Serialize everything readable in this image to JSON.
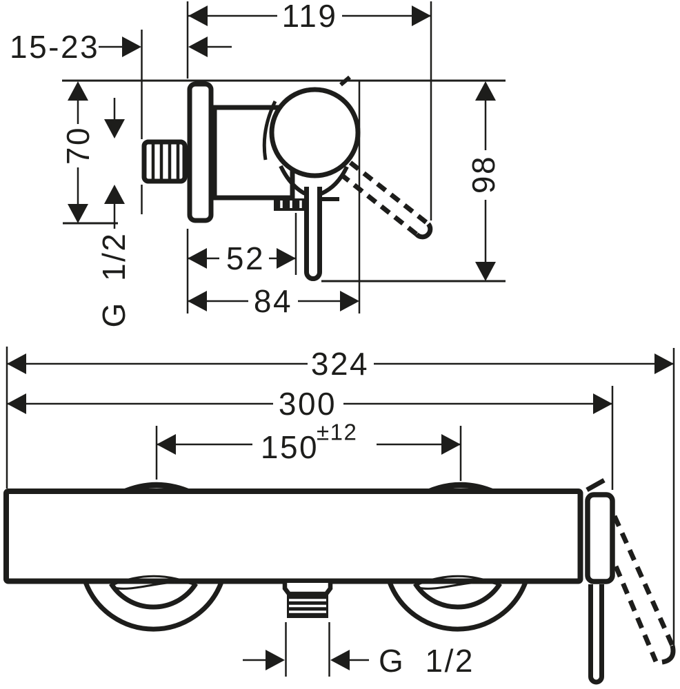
{
  "drawing": {
    "ink_color": "#1d1d1b",
    "background_color": "#ffffff",
    "side_view": {
      "projection_total": "119",
      "wall_depth_range": "15-23",
      "escutcheon_diameter": "70",
      "inlet_thread": "G 1/2",
      "outlet_offset": "52",
      "knob_projection": "84",
      "overall_height": "98"
    },
    "front_view": {
      "overall_width": "324",
      "body_width": "300",
      "connection_centers": "150",
      "connection_tolerance": "±12",
      "outlet_thread": "G 1/2"
    }
  }
}
